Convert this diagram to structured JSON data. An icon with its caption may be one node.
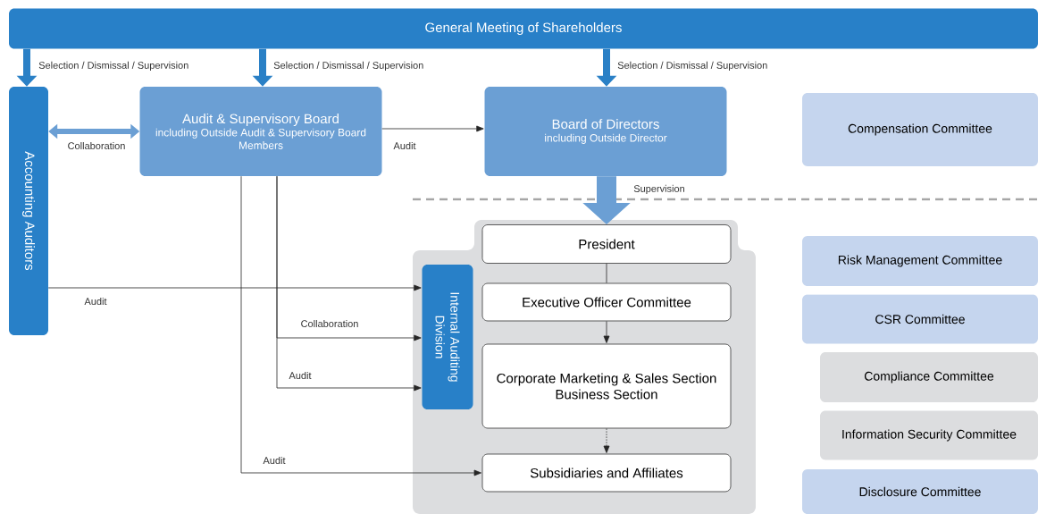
{
  "diagram": {
    "nodes": [
      {
        "text": [
          "General Meeting of Shareholders"
        ]
      },
      {
        "text": [
          "Accounting Auditors"
        ]
      },
      {
        "text": [
          "Audit & Supervisory Board",
          "including Outside Audit & Supervisory Board Members"
        ]
      },
      {
        "text": [
          "Board of Directors",
          "including Outside Director"
        ]
      },
      {
        "text": [
          "Compensation Committee"
        ]
      },
      {
        "text": [
          "President"
        ]
      },
      {
        "text": [
          "Internal Auditing Division"
        ]
      },
      {
        "text": [
          "Executive Officer Committee"
        ]
      },
      {
        "text": [
          "Corporate Marketing & Sales Section",
          "Business Section"
        ]
      },
      {
        "text": [
          "Subsidiaries and Affiliates"
        ]
      },
      {
        "text": [
          "Risk Management Committee"
        ]
      },
      {
        "text": [
          "CSR Committee"
        ]
      },
      {
        "text": [
          "Compliance Committee"
        ]
      },
      {
        "text": [
          "Information Security Committee"
        ]
      },
      {
        "text": [
          "Disclosure Committee"
        ]
      }
    ],
    "edges": [
      {
        "from": 0,
        "to": 1,
        "arrow": "to",
        "label": "Selection / Dismissal / Supervision",
        "style": "thick",
        "color": "#2a80c6"
      },
      {
        "from": 0,
        "to": 2,
        "arrow": "to",
        "label": "Selection / Dismissal / Supervision",
        "style": "thick",
        "color": "#2a80c6"
      },
      {
        "from": 0,
        "to": 3,
        "arrow": "to",
        "label": "Selection / Dismissal / Supervision",
        "style": "thick",
        "color": "#2a80c6"
      },
      {
        "from": 1,
        "to": 2,
        "arrow": "both",
        "label": "Collaboration",
        "style": "thick",
        "color": "#6b9fd4"
      },
      {
        "from": 2,
        "to": 3,
        "arrow": "to",
        "label": "Audit"
      },
      {
        "from": 1,
        "to": 6,
        "arrow": "to",
        "label": "Audit"
      },
      {
        "from": 2,
        "to": 6,
        "arrow": "to",
        "label": "Collaboration"
      },
      {
        "from": 2,
        "to": 6,
        "arrow": "to",
        "label": "Audit"
      },
      {
        "from": 2,
        "to": 9,
        "arrow": "to",
        "label": "Audit"
      },
      {
        "from": 3,
        "to": 5,
        "arrow": "to",
        "label": "Supervision",
        "style": "thick",
        "color": "#6b9fd4"
      },
      {
        "from": 5,
        "to": 7,
        "arrow": "none"
      },
      {
        "from": 7,
        "to": 8,
        "arrow": "to"
      },
      {
        "from": 8,
        "to": 9,
        "arrow": "to",
        "style": "dashed"
      }
    ]
  }
}
